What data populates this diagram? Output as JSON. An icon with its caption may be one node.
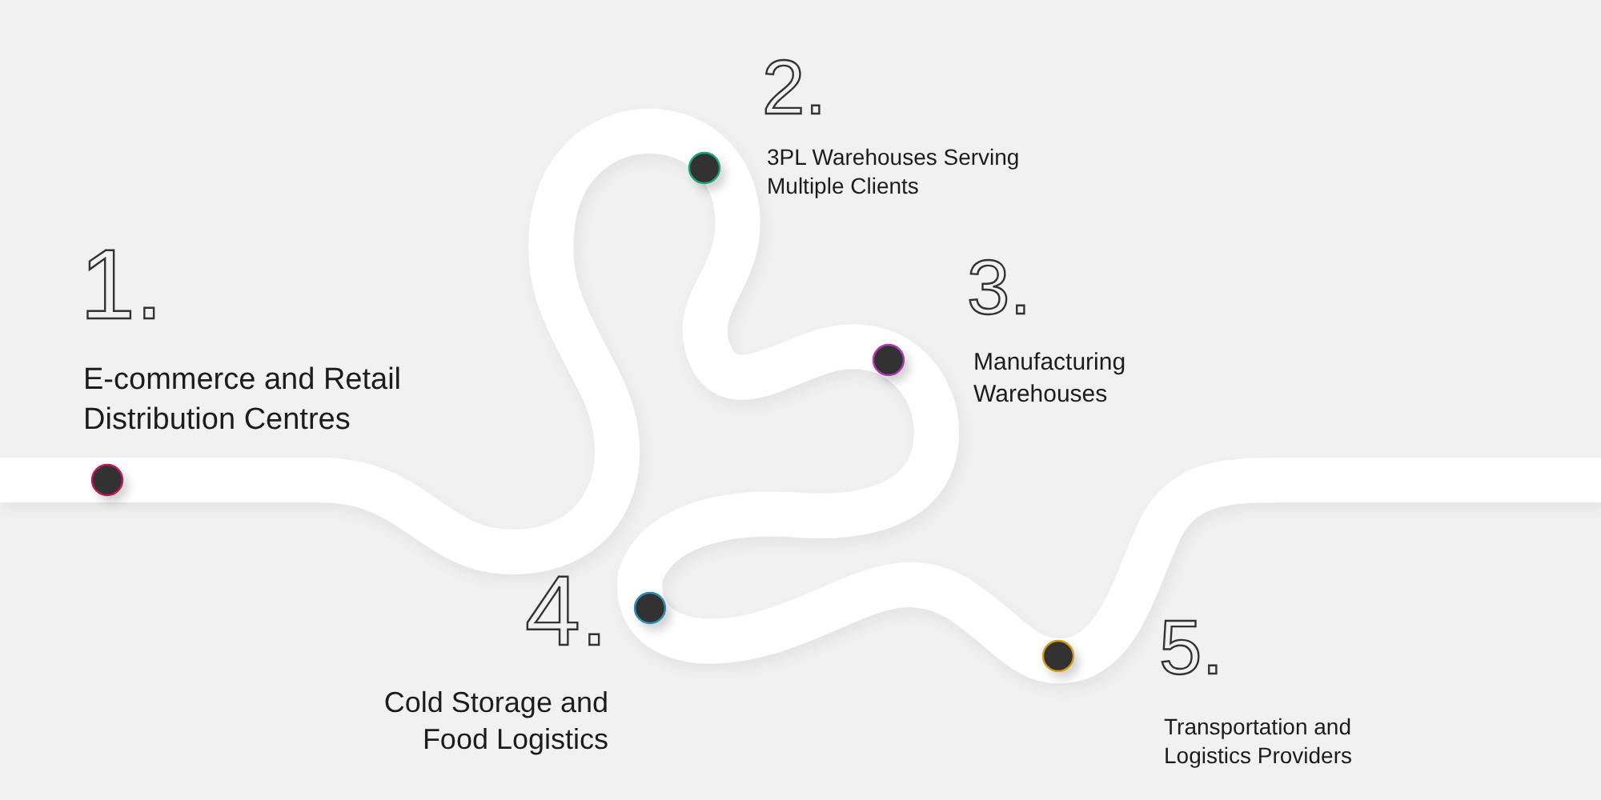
{
  "diagram": {
    "labels": [
      "1.",
      "E-commerce and Retail Distribution Centres",
      "2.",
      "3PL Warehouses Serving Multiple Clients",
      "3.",
      "Manufacturing Warehouses",
      "4.",
      "Cold Storage and Food Logistics",
      "5.",
      "Transportation and Logistics Providers"
    ]
  }
}
